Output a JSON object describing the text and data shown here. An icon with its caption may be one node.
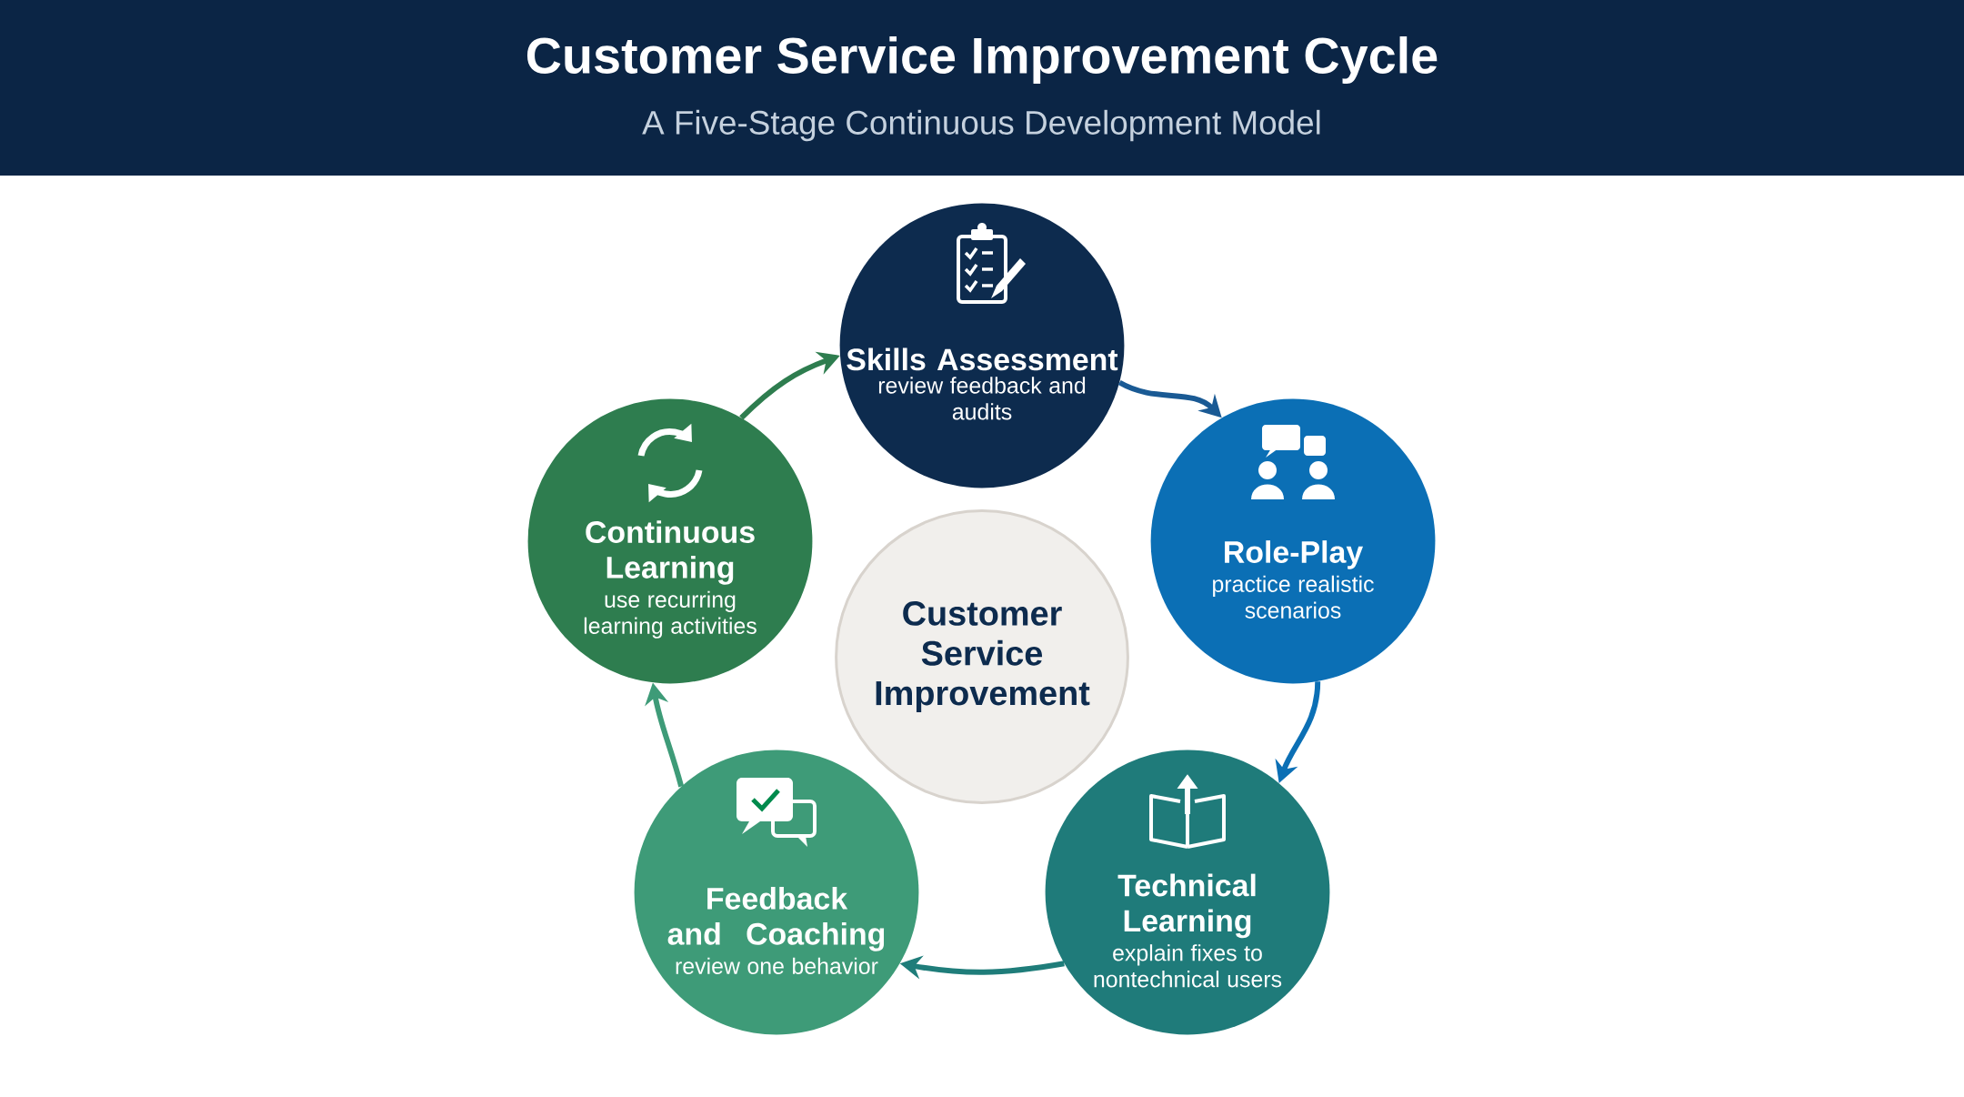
{
  "diagram": {
    "title": "Customer Service Improvement Cycle",
    "nodes": [
      {
        "text": [
          "Skills Assessment",
          "review feedback and audits"
        ]
      },
      {
        "text": [
          "Role-Play",
          "practice realistic scenarios"
        ]
      },
      {
        "text": [
          "Technical Learning",
          "explain fixes to nontechnical users"
        ]
      },
      {
        "text": [
          "Feedback and Coaching",
          "review one behavior"
        ]
      },
      {
        "text": [
          "Continuous Learning",
          "use recurring learning activities"
        ]
      },
      {
        "text": [
          "Customer Service Improvement"
        ]
      }
    ],
    "edges": [
      {
        "from": 0,
        "to": 1,
        "arrow": "to",
        "color": "#1a5a94"
      },
      {
        "from": 1,
        "to": 2,
        "arrow": "to",
        "color": "#0b6fb5"
      },
      {
        "from": 2,
        "to": 3,
        "arrow": "to",
        "color": "#1f7d7a"
      },
      {
        "from": 3,
        "to": 4,
        "arrow": "to",
        "color": "#3e9b78"
      },
      {
        "from": 4,
        "to": 0,
        "arrow": "to",
        "color": "#2e7d4f"
      }
    ],
    "labels": [
      "A Five-Stage Continuous Development Model"
    ]
  }
}
